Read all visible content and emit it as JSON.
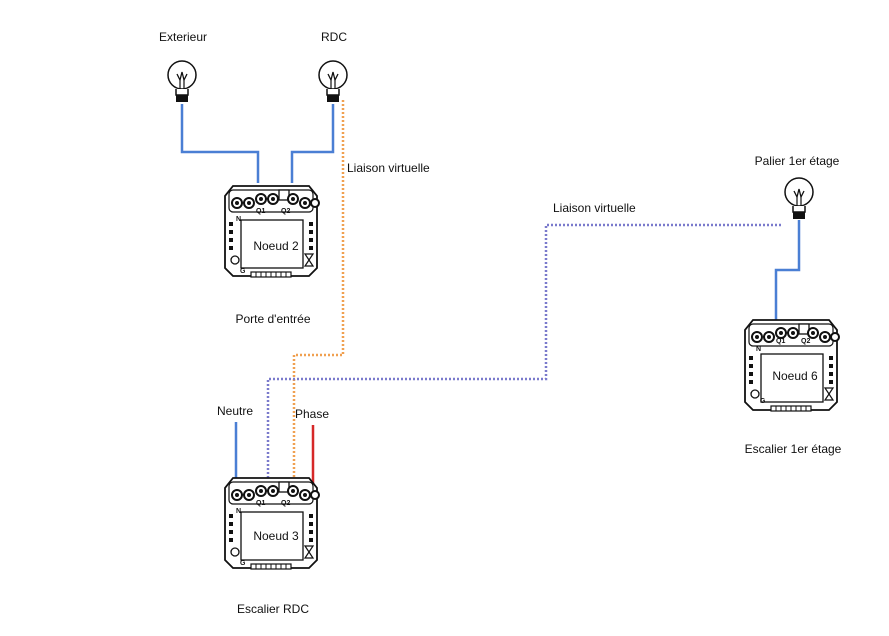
{
  "colors": {
    "neutral_wire": "#4a7fd4",
    "phase_wire": "#d62828",
    "virtual_link_orange": "#f0a050",
    "virtual_link_purple": "#7a7acc",
    "device": "#222222"
  },
  "lamps": [
    {
      "label": "Exterieur"
    },
    {
      "label": "RDC"
    },
    {
      "label": "Palier 1er étage"
    }
  ],
  "nodes": [
    {
      "name": "Noeud 2",
      "caption": "Porte d'entrée"
    },
    {
      "name": "Noeud 3",
      "caption": "Escalier RDC"
    },
    {
      "name": "Noeud 6",
      "caption": "Escalier 1er étage"
    }
  ],
  "wires": {
    "neutre": "Neutre",
    "phase": "Phase"
  },
  "virtual_links": [
    {
      "label": "Liaison virtuelle"
    },
    {
      "label": "Liaison virtuelle"
    }
  ],
  "module_marks": {
    "q1": "Q1",
    "q2": "Q2",
    "n": "N",
    "g": "G"
  },
  "icons": {
    "lamp": "light-bulb-icon",
    "module": "relay-module-icon"
  }
}
